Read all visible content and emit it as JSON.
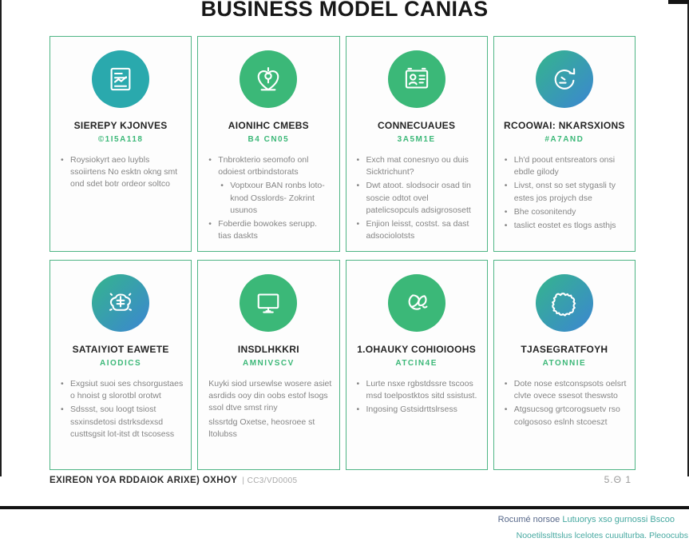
{
  "page": {
    "title": "BUSINESS MODEL CANIAS"
  },
  "colors": {
    "accent_green": "#3cb878",
    "card_border": "#4fb585",
    "icon_teal": "#2aa9ad",
    "icon_green": "#3bb878",
    "icon_gradient_from": "#35b58c",
    "icon_gradient_to": "#3b86d2",
    "note_dark": "#57688a",
    "note_teal": "#45a8a0",
    "rule_black": "#131313"
  },
  "cards": [
    {
      "title": "SIEREPY KJONVES",
      "subtitle": "©1I5A118",
      "icon": "document-chart-icon",
      "variant": "teal",
      "bullets": [
        {
          "text": "Roysiokyrt aeo luybls ssoiirtens No esktn okng smt ond sdet botr ordeor soltco",
          "level": 1
        }
      ]
    },
    {
      "title": "AIONIHC CMEBS",
      "subtitle": "B4 CN05",
      "icon": "heart-icon",
      "variant": "green",
      "bullets": [
        {
          "text": "Tnbrokterio seomofo onl odoiest ortbindstorats",
          "level": 1
        },
        {
          "text": "Voptxour BAN ronbs loto-knod Osslords- Zokrint usunos",
          "level": 2
        },
        {
          "text": "Foberdie bowokes serupp. tias daskts",
          "level": 1
        }
      ]
    },
    {
      "title": "CONNECUAUES",
      "subtitle": "3A5M1E",
      "icon": "id-card-icon",
      "variant": "green",
      "bullets": [
        {
          "text": "Exch mat conesnyo ou duis Sicktrichunt?",
          "level": 1
        },
        {
          "text": "Dwt atoot. slodsocir osad tin soscie odtot ovel patelicsopculs adsigrososett",
          "level": 1
        },
        {
          "text": "Enjion leisst, costst. sa dast adsociolotsts",
          "level": 1
        }
      ]
    },
    {
      "title": "RCOOWAI: NKARSXIONS",
      "subtitle": "#A7AND",
      "icon": "circular-arrows-icon",
      "variant": "gradient",
      "bullets": [
        {
          "text": "Lh'd poout entsreators onsi ebdle gilody",
          "level": 1
        },
        {
          "text": "Livst, onst so set stygasli ty estes jos projych dse",
          "level": 1
        },
        {
          "text": "Bhe cosonitendy",
          "level": 1
        },
        {
          "text": "taslict eostet es tlogs asthjs",
          "level": 1
        }
      ]
    },
    {
      "title": "SATAIYIOT EAWETE",
      "subtitle": "AIODICS",
      "icon": "brain-icon",
      "variant": "gradient",
      "bullets": [
        {
          "text": "Exgsiut suoi ses chsorgustaes o hnoist g slorotbl orotwt",
          "level": 1
        },
        {
          "text": "Sdssst, sou loogt tsiost ssxinsdetosi dstrksdexsd custtsgsit lot-itst dt tscosess",
          "level": 1
        }
      ]
    },
    {
      "title": "INSDLHKKRI",
      "subtitle": "AMNIVSCV",
      "icon": "monitor-icon",
      "variant": "green",
      "bullets": [
        {
          "text": "Kuyki siod ursewlse wosere asiet asrdids ooy din oobs estof lsogs ssol dtve smst riny",
          "level": 0
        },
        {
          "text": "slssrtdg Oxetse, heosroee st ltolubss",
          "level": 0
        }
      ]
    },
    {
      "title": "1.OHAUKY COHIOIOOHS",
      "subtitle": "ATCIN4E",
      "icon": "leaf-icon",
      "variant": "green",
      "bullets": [
        {
          "text": "Lurte nsxe rgbstdssre tscoos msd toelpostktos sitd ssistust.",
          "level": 1
        },
        {
          "text": "Ingosing Gstsidrttslrsess",
          "level": 1
        }
      ]
    },
    {
      "title": "TJASEGRATFOYH",
      "subtitle": "ATONNIE",
      "icon": "puzzle-icon",
      "variant": "gradient",
      "bullets": [
        {
          "text": "Dote nose estconspsots oelsrt clvte ovece ssesot theswsto",
          "level": 1
        },
        {
          "text": "Atgsucsog grtcorogsuetv rso colgososo eslnh stcoeszt",
          "level": 1
        }
      ]
    }
  ],
  "footer": {
    "left_bold": "EXIREON YOA RDDAIOK ARIXE) OXHOY",
    "left_light": "| CC3/VD0005",
    "right": "5.Θ 1"
  },
  "bottom": {
    "line1_dark": "Rocumé norsoe",
    "line1_teal": "Lutuorys xso gurnossi Bscoo",
    "line2_teal": "Nooetilsslttslus lcelotes cuuulturba. Pleoocubs"
  }
}
